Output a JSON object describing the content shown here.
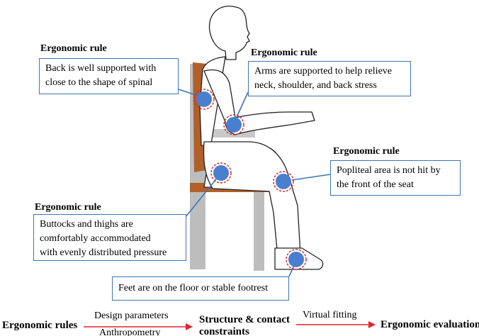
{
  "rules": [
    {
      "id": "back",
      "title": "Ergonomic rule",
      "lines": [
        "Back is well supported with",
        "close to the shape of spinal"
      ]
    },
    {
      "id": "arms",
      "title": "Ergonomic rule",
      "lines": [
        "Arms are supported to help relieve",
        "neck, shoulder, and back stress"
      ]
    },
    {
      "id": "popliteal",
      "title": "Ergonomic rule",
      "lines": [
        "Popliteal area is not hit by",
        "the front of the seat"
      ]
    },
    {
      "id": "buttocks",
      "title": "Ergonomic rule",
      "lines": [
        "Buttocks and thighs are",
        "comfortably accommodated",
        "with evenly distributed pressure"
      ]
    },
    {
      "id": "feet",
      "title": "",
      "lines": [
        "Feet are on the floor or stable footrest"
      ]
    }
  ],
  "flow": {
    "start": "Ergonomic rules",
    "edge1_top": "Design parameters",
    "edge1_bottom": "Anthropometry",
    "middle_line1": "Structure & contact",
    "middle_line2": "constraints",
    "edge2_top": "Virtual fitting",
    "end": "Ergonomic evaluation"
  },
  "colors": {
    "box_border": "#3f74b5",
    "contact_point": "#4a7fd0",
    "contact_ring": "#e0272b",
    "arrow": "#e0272b",
    "chair_frame": "#bdbdbd",
    "chair_wood": "#b1602a"
  }
}
